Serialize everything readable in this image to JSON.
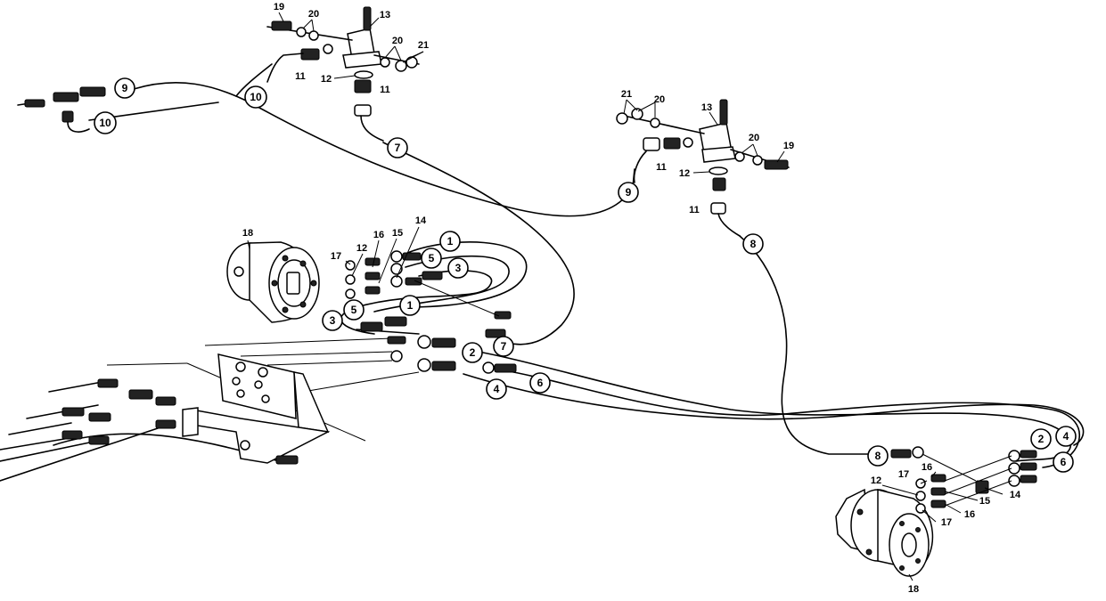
{
  "callouts": [
    {
      "id": "c-9-left",
      "label": "9"
    },
    {
      "id": "c-10-a",
      "label": "10"
    },
    {
      "id": "c-10-b",
      "label": "10"
    },
    {
      "id": "c-7-top",
      "label": "7"
    },
    {
      "id": "c-9-right",
      "label": "9"
    },
    {
      "id": "c-8-top",
      "label": "8"
    },
    {
      "id": "c-1-top",
      "label": "1"
    },
    {
      "id": "c-5-top",
      "label": "5"
    },
    {
      "id": "c-3-top",
      "label": "3"
    },
    {
      "id": "c-1-mid",
      "label": "1"
    },
    {
      "id": "c-5-mid",
      "label": "5"
    },
    {
      "id": "c-3-mid",
      "label": "3"
    },
    {
      "id": "c-7-mid",
      "label": "7"
    },
    {
      "id": "c-2-mid",
      "label": "2"
    },
    {
      "id": "c-4-mid",
      "label": "4"
    },
    {
      "id": "c-6-mid",
      "label": "6"
    },
    {
      "id": "c-8-bottom",
      "label": "8"
    },
    {
      "id": "c-2-right",
      "label": "2"
    },
    {
      "id": "c-4-right",
      "label": "4"
    },
    {
      "id": "c-6-right",
      "label": "6"
    }
  ],
  "labels": [
    {
      "id": "l-19-a",
      "text": "19"
    },
    {
      "id": "l-20-a",
      "text": "20"
    },
    {
      "id": "l-13-a",
      "text": "13"
    },
    {
      "id": "l-20-b",
      "text": "20"
    },
    {
      "id": "l-21-a",
      "text": "21"
    },
    {
      "id": "l-11-a",
      "text": "11"
    },
    {
      "id": "l-12-a",
      "text": "12"
    },
    {
      "id": "l-11-b",
      "text": "11"
    },
    {
      "id": "l-21-b",
      "text": "21"
    },
    {
      "id": "l-20-c",
      "text": "20"
    },
    {
      "id": "l-13-b",
      "text": "13"
    },
    {
      "id": "l-20-d",
      "text": "20"
    },
    {
      "id": "l-19-b",
      "text": "19"
    },
    {
      "id": "l-11-c",
      "text": "11"
    },
    {
      "id": "l-12-b",
      "text": "12"
    },
    {
      "id": "l-11-d",
      "text": "11"
    },
    {
      "id": "l-18-a",
      "text": "18"
    },
    {
      "id": "l-17-a",
      "text": "17"
    },
    {
      "id": "l-12-c",
      "text": "12"
    },
    {
      "id": "l-16-a",
      "text": "16"
    },
    {
      "id": "l-15-a",
      "text": "15"
    },
    {
      "id": "l-14-a",
      "text": "14"
    },
    {
      "id": "l-17-b",
      "text": "17"
    },
    {
      "id": "l-16-b",
      "text": "16"
    },
    {
      "id": "l-12-d",
      "text": "12"
    },
    {
      "id": "l-14-b",
      "text": "14"
    },
    {
      "id": "l-15-b",
      "text": "15"
    },
    {
      "id": "l-16-c",
      "text": "16"
    },
    {
      "id": "l-17-c",
      "text": "17"
    },
    {
      "id": "l-18-b",
      "text": "18"
    }
  ]
}
